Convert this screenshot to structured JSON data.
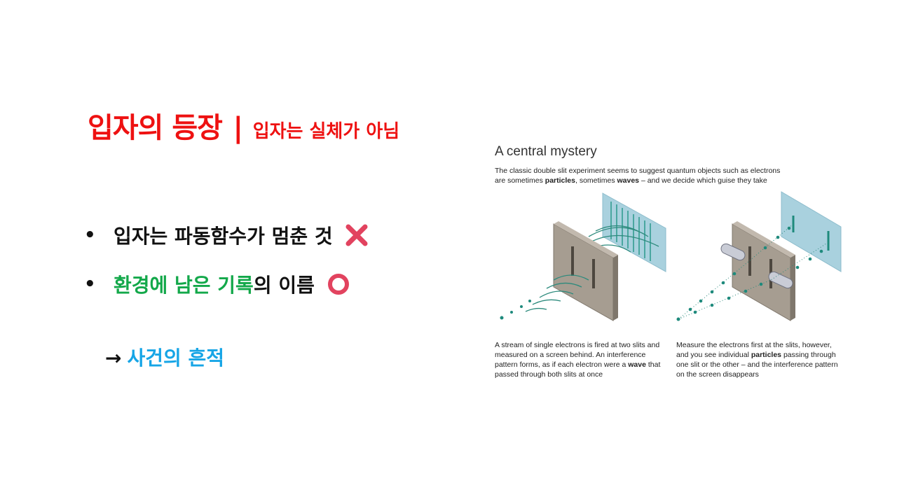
{
  "slide": {
    "title_main": "입자의 등장",
    "title_bar": "|",
    "title_sub": "입자는 실체가 아님",
    "bullet_char": "•",
    "bullets": [
      {
        "text": "입자는 파동함수가 멈춘 것",
        "mark": "cross-mark-icon"
      },
      {
        "text_green": "환경에 남은 기록",
        "text_rest": "의 이름",
        "mark": "heavy-circle-icon"
      }
    ],
    "arrow": "→",
    "result": "사건의 흔적"
  },
  "figure": {
    "title": "A central mystery",
    "desc_1": "The classic double slit experiment seems to suggest quantum objects such as electrons are sometimes ",
    "desc_particles": "particles",
    "desc_2": ", sometimes ",
    "desc_waves": "waves",
    "desc_3": " – and we decide which guise they take",
    "left_caption_1": "A stream of single electrons is fired at two slits and measured on a screen behind. An interference pattern forms, as if each electron were a ",
    "left_caption_wave": "wave",
    "left_caption_2": " that passed through both slits at once",
    "right_caption_1": "Measure the electrons first at the slits, however, and you see individual ",
    "right_caption_particles": "particles",
    "right_caption_2": " passing through one slit or the other – and the interference pattern on the screen disappears"
  },
  "colors": {
    "title_red": "#ee1111",
    "green": "#13a84a",
    "blue": "#16a5e6",
    "teal": "#1e8a7c",
    "plate": "#a69d91",
    "screen": "#a9d1de"
  }
}
